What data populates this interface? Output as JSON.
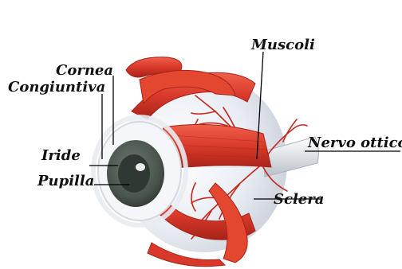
{
  "labels": {
    "cornea": "Cornea",
    "congiuntiva": "Congiuntiva",
    "iride": "Iride",
    "pupilla": "Pupilla",
    "muscoli": "Muscoli",
    "nervo_ottico": "Nervo ottico",
    "sclera": "Sclera"
  },
  "colors": {
    "muscle": "#e0412c",
    "muscle_dark": "#a8231a",
    "sclera": "#eef1f6",
    "iris": "#4f5a52",
    "pupil": "#2f3833",
    "vessel": "#c8261c",
    "leader": "#000000"
  }
}
